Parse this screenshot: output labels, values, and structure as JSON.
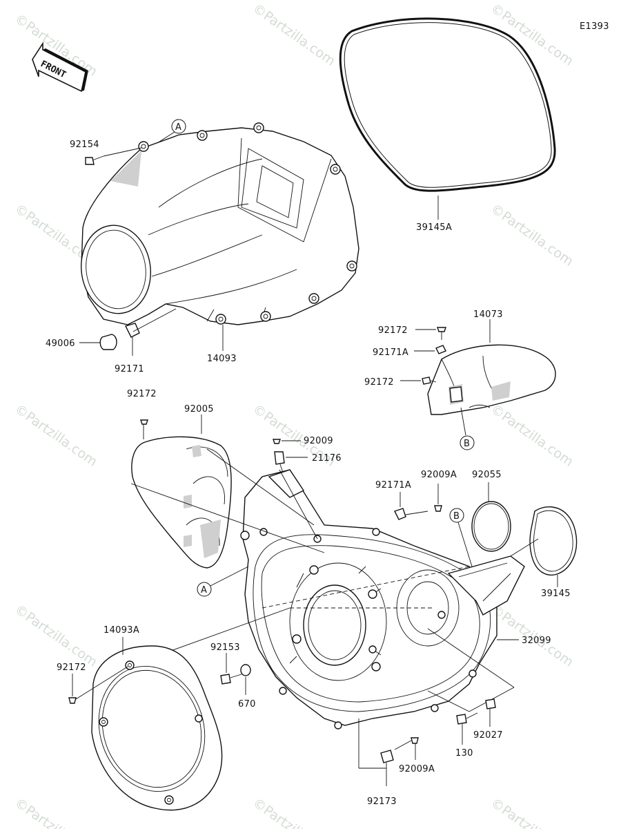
{
  "diagram_id": "E1393",
  "front_label": "FRONT",
  "watermark": "©Partzilla.com",
  "callouts": {
    "A": "A",
    "B": "B"
  },
  "parts": {
    "p92154": "92154",
    "p39145A": "39145A",
    "p49006": "49006",
    "p92171": "92171",
    "p14093": "14093",
    "p92172_a": "92172",
    "p14073": "14073",
    "p92171A_a": "92171A",
    "p92172_b": "92172",
    "p92172_c": "92172",
    "p92005": "92005",
    "p92009": "92009",
    "p21176": "21176",
    "p92171A_b": "92171A",
    "p92009A_a": "92009A",
    "p92055": "92055",
    "p39145": "39145",
    "p32099": "32099",
    "p14093A": "14093A",
    "p92172_d": "92172",
    "p92153": "92153",
    "p670": "670",
    "p92027": "92027",
    "p130": "130",
    "p92009A_b": "92009A",
    "p92173": "92173"
  }
}
